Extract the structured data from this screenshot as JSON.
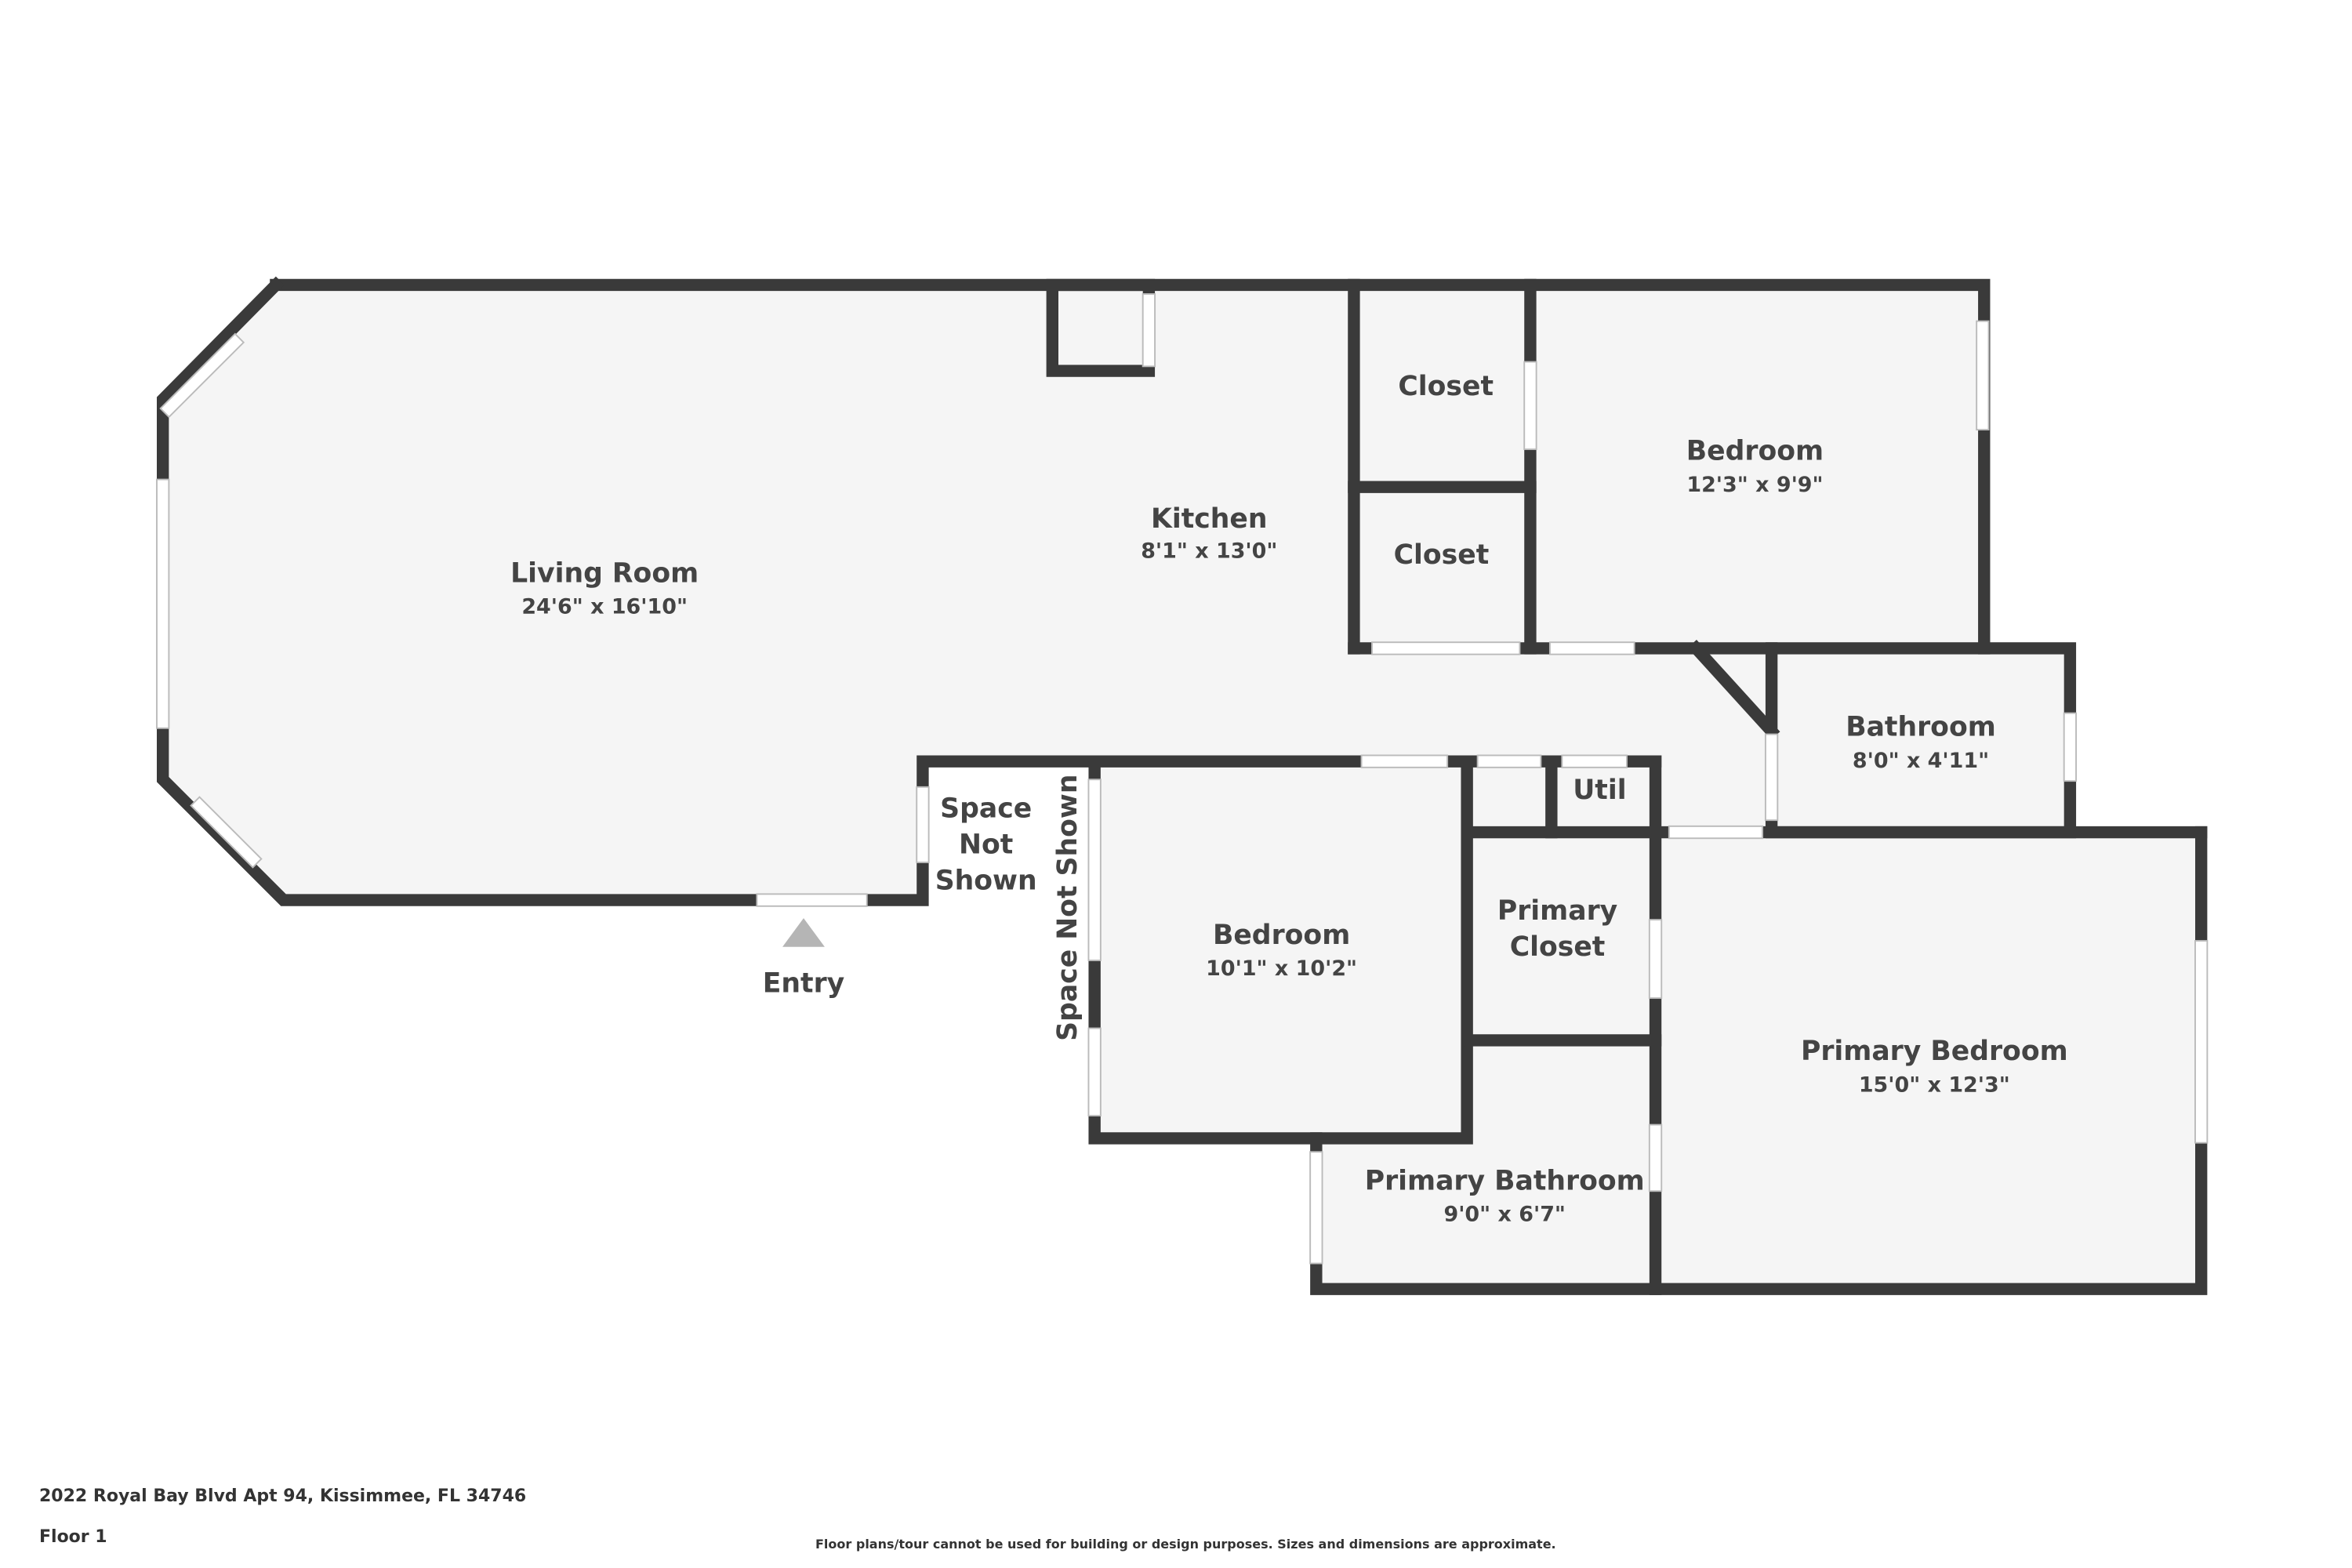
{
  "rooms": {
    "living": {
      "name": "Living Room",
      "dim": "24'6\" x 16'10\""
    },
    "kitchen": {
      "name": "Kitchen",
      "dim": "8'1\" x 13'0\""
    },
    "closet1": {
      "name": "Closet"
    },
    "closet2": {
      "name": "Closet"
    },
    "bedroom1": {
      "name": "Bedroom",
      "dim": "12'3\" x 9'9\""
    },
    "bathroom": {
      "name": "Bathroom",
      "dim": "8'0\" x 4'11\""
    },
    "space1": {
      "line1": "Space",
      "line2": "Not",
      "line3": "Shown"
    },
    "space2": {
      "name": "Space Not Shown"
    },
    "bedroom2": {
      "name": "Bedroom",
      "dim": "10'1\" x 10'2\""
    },
    "util": {
      "name": "Util"
    },
    "primary_closet": {
      "line1": "Primary",
      "line2": "Closet"
    },
    "primary_bedroom": {
      "name": "Primary Bedroom",
      "dim": "15'0\" x 12'3\""
    },
    "primary_bathroom": {
      "name": "Primary Bathroom",
      "dim": "9'0\" x 6'7\""
    }
  },
  "entry": {
    "label": "Entry"
  },
  "footer": {
    "address": "2022 Royal Bay Blvd Apt 94, Kissimmee, FL 34746",
    "floor": "Floor 1",
    "disclaimer": "Floor plans/tour cannot be used for building or design purposes. Sizes and dimensions are approximate."
  },
  "colors": {
    "wall": "#3a3a3a",
    "floor": "#f5f5f5",
    "text": "#444444"
  }
}
